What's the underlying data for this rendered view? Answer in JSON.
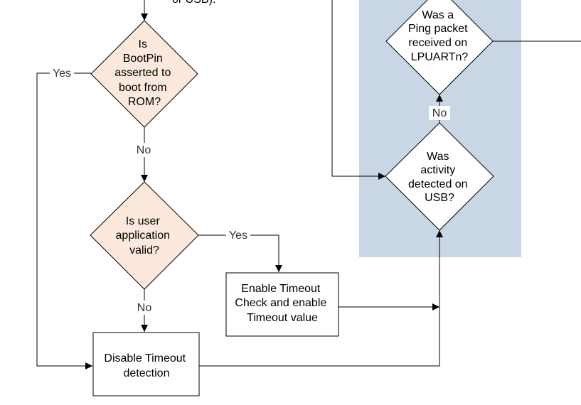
{
  "colors": {
    "decision_fill": "#fce8dc",
    "decision_white": "#ffffff",
    "region_fill": "#c8d6e5",
    "stroke": "#000000"
  },
  "top_partial_text": "or USB).",
  "nodes": {
    "bootpin": [
      "Is",
      "BootPin",
      "asserted to",
      "boot from",
      "ROM?"
    ],
    "user_app": [
      "Is user",
      "application",
      "valid?"
    ],
    "enable_timeout": [
      "Enable Timeout",
      "Check and enable",
      "Timeout value"
    ],
    "disable_timeout": [
      "Disable Timeout",
      "detection"
    ],
    "ping": [
      "Was a",
      "Ping packet",
      "received on",
      "LPUARTn?"
    ],
    "usb_activity": [
      "Was",
      "activity",
      "detected on",
      "USB?"
    ]
  },
  "edge_labels": {
    "bootpin_yes": "Yes",
    "bootpin_no": "No",
    "user_app_yes": "Yes",
    "user_app_no": "No",
    "usb_no": "No"
  }
}
